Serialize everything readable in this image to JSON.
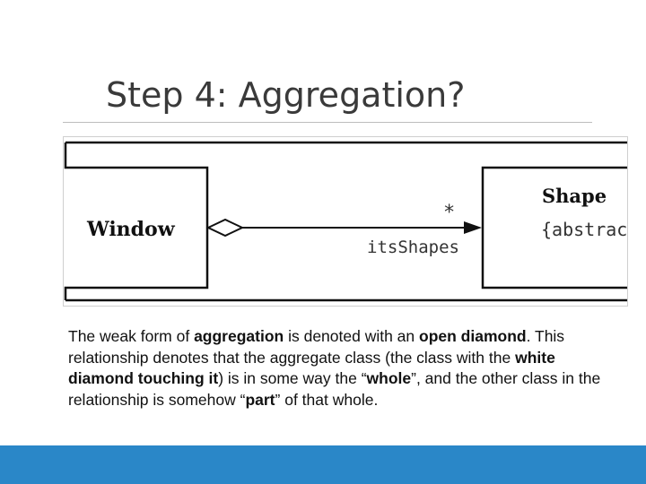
{
  "title": "Step 4: Aggregation?",
  "diagram": {
    "left_class": "Window",
    "right_class": "Shape",
    "right_stereotype": "{abstrac",
    "multiplicity": "*",
    "role": "itsShapes"
  },
  "caption": {
    "p1": "The weak form of ",
    "b1": "aggregation",
    "p2": " is denoted with an ",
    "b2": "open diamond",
    "p3": ". This relationship denotes that the aggregate class (the class with the ",
    "b3": "white diamond touching it",
    "p4": ") is in some way the “",
    "b4": "whole",
    "p5": "”, and the other class in the relationship is somehow “",
    "b5": "part",
    "p6": "” of that whole."
  },
  "colors": {
    "footer": "#2a87c8",
    "title_text": "#3a3a3a"
  }
}
